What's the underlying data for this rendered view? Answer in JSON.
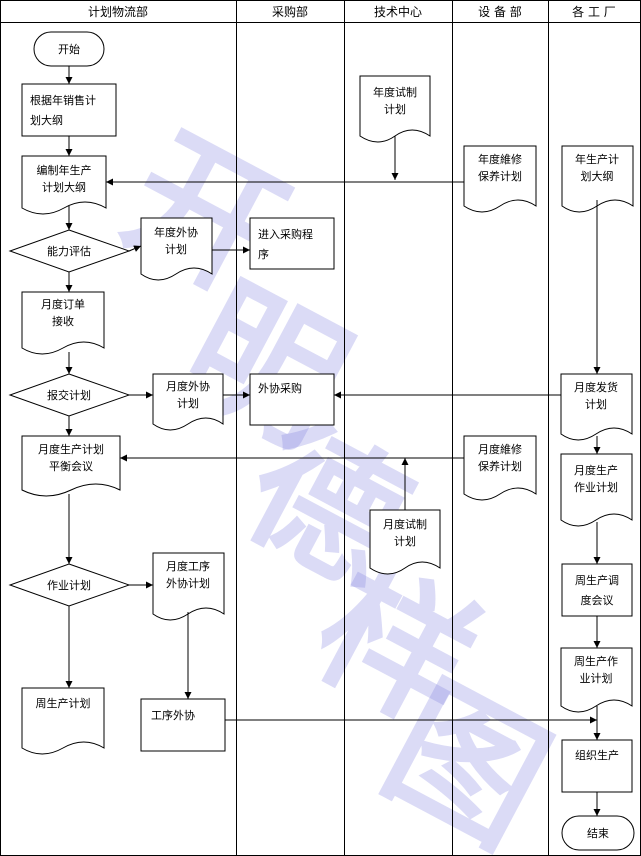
{
  "lanes": [
    "计划物流部",
    "采购部",
    "技术中心",
    "设 备 部",
    "各 工 厂"
  ],
  "nodes": {
    "start": "开始",
    "plan_sales": [
      "根据年销售计",
      "划大纲"
    ],
    "annual_prod": [
      "编制年生产",
      "计划大纲"
    ],
    "capacity": "能力评估",
    "annual_outsource": [
      "年度外协",
      "计划"
    ],
    "purchase_proc": [
      "进入采购程",
      "序"
    ],
    "annual_trial": [
      "年度试制",
      "计划"
    ],
    "annual_maint": [
      "年度維修",
      "保养计划"
    ],
    "factory_annual": [
      "年生产计",
      "划大纲"
    ],
    "monthly_order": [
      "月度订单",
      "接收"
    ],
    "submit_plan": "报交计划",
    "monthly_outsource": [
      "月度外协",
      "计划"
    ],
    "outsource_purchase": "外协采购",
    "monthly_delivery": [
      "月度发货",
      "计划"
    ],
    "monthly_balance": [
      "月度生产计划",
      "平衡会议"
    ],
    "monthly_maint": [
      "月度維修",
      "保养计划"
    ],
    "factory_monthly": [
      "月度生产",
      "作业计划"
    ],
    "monthly_trial": [
      "月度试制",
      "计划"
    ],
    "work_plan": "作业计划",
    "monthly_proc_out": [
      "月度工序",
      "外协计划"
    ],
    "weekly_meeting": [
      "周生产调",
      "度会议"
    ],
    "weekly_prod": "周生产计划",
    "proc_outsource": "工序外协",
    "weekly_work": [
      "周生产作",
      "业计划"
    ],
    "organize": "组织生产",
    "end": "结束"
  },
  "watermark": [
    "开",
    "明",
    "德",
    "样",
    "图"
  ]
}
